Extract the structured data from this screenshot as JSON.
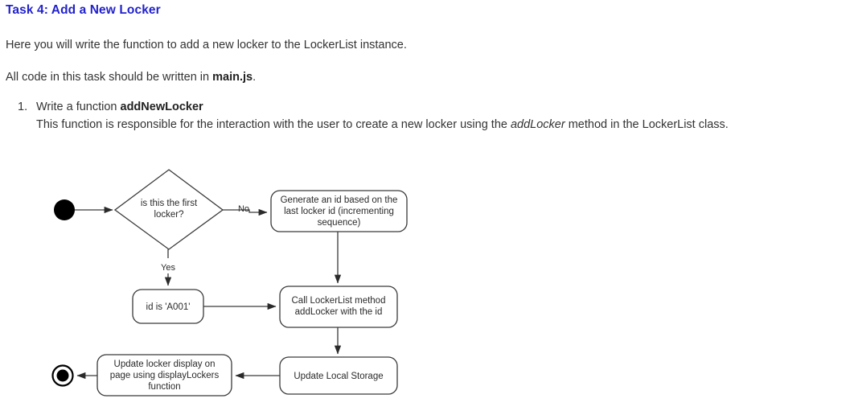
{
  "document": {
    "title": "Task 4: Add a New Locker",
    "title_color": "#2222cc",
    "paragraphs": [
      {
        "id": "intro",
        "text_before": "Here you will write the function to add a new locker to the LockerList instance.",
        "bold": "",
        "text_after": ""
      },
      {
        "id": "file-note",
        "text_before": "All code in this task should be written in ",
        "bold": "main.js",
        "text_after": "."
      }
    ],
    "list": [
      {
        "number": "1.",
        "text_before": "Write a function ",
        "bold": "addNewLocker",
        "text_after": "",
        "sub_before": "This function is responsible for the interaction with the user to create a new locker using the ",
        "sub_italic": "addLocker",
        "sub_after": " method in the LockerList class."
      }
    ]
  },
  "diagram": {
    "type": "activity-flowchart",
    "stroke_color": "#3a3a3a",
    "fill_color": "#ffffff",
    "text_color": "#2a2a2a",
    "nodes": {
      "start": {
        "kind": "initial-node",
        "label": ""
      },
      "decision": {
        "kind": "decision-diamond",
        "lines": [
          "is this the first",
          "locker?"
        ]
      },
      "generate_id": {
        "kind": "action-box",
        "lines": [
          "Generate an id based on the",
          "last locker id (incrementing",
          "sequence)"
        ]
      },
      "first_id": {
        "kind": "action-box",
        "lines": [
          "id is 'A001'"
        ]
      },
      "call_add_locker": {
        "kind": "action-box",
        "lines": [
          "Call LockerList method",
          "addLocker with the id"
        ]
      },
      "update_storage": {
        "kind": "action-box",
        "lines": [
          "Update Local Storage"
        ]
      },
      "update_display": {
        "kind": "action-box",
        "lines": [
          "Update locker display on",
          "page using displayLockers",
          "function"
        ]
      },
      "end": {
        "kind": "final-node",
        "label": ""
      }
    },
    "edge_labels": {
      "no": "No",
      "yes": "Yes"
    }
  }
}
